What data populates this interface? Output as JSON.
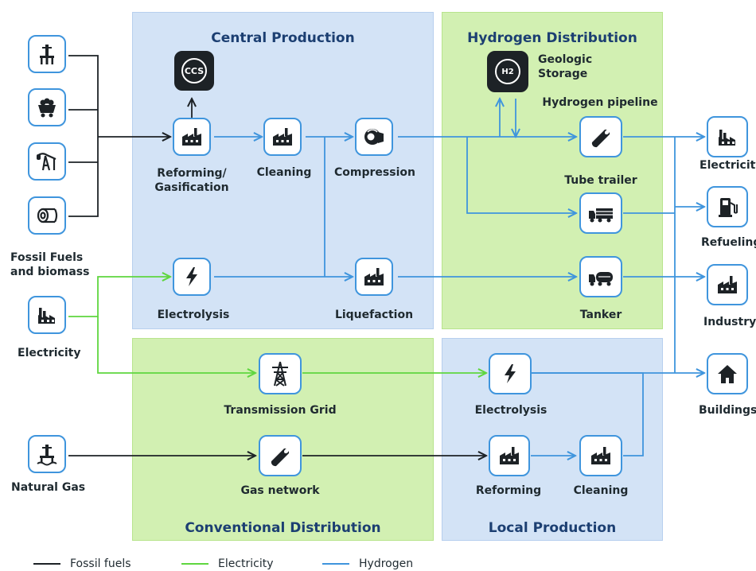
{
  "panels": {
    "central_production": "Central Production",
    "hydrogen_distribution": "Hydrogen Distribution",
    "conventional_distribution": "Conventional Distribution",
    "local_production": "Local Production"
  },
  "sources": {
    "fossil_fuels_label": "Fossil Fuels\nand biomass",
    "electricity_label": "Electricity",
    "natural_gas_label": "Natural Gas"
  },
  "central": {
    "ccs": "CCS",
    "reforming": "Reforming/\nGasification",
    "cleaning": "Cleaning",
    "compression": "Compression",
    "electrolysis": "Electrolysis",
    "liquefaction": "Liquefaction"
  },
  "distribution": {
    "geologic_storage": "Geologic\nStorage",
    "h2_symbol": "H2",
    "hydrogen_pipeline": "Hydrogen pipeline",
    "tube_trailer": "Tube trailer",
    "tanker": "Tanker"
  },
  "conventional": {
    "transmission_grid": "Transmission Grid",
    "gas_network": "Gas network"
  },
  "local": {
    "electrolysis": "Electrolysis",
    "reforming": "Reforming",
    "cleaning": "Cleaning"
  },
  "end_uses": {
    "electricity": "Electricity",
    "refueling": "Refueling",
    "industry": "Industry",
    "buildings": "Buildings"
  },
  "legend": {
    "fossil_fuels": "Fossil fuels",
    "electricity": "Electricity",
    "hydrogen": "Hydrogen"
  },
  "colors": {
    "fossil": "#1d2226",
    "electricity": "#5fd63f",
    "hydrogen": "#3f95dd",
    "blue_panel": "#d3e3f6",
    "green_panel": "#d2f0b2",
    "title": "#1c3f72"
  }
}
